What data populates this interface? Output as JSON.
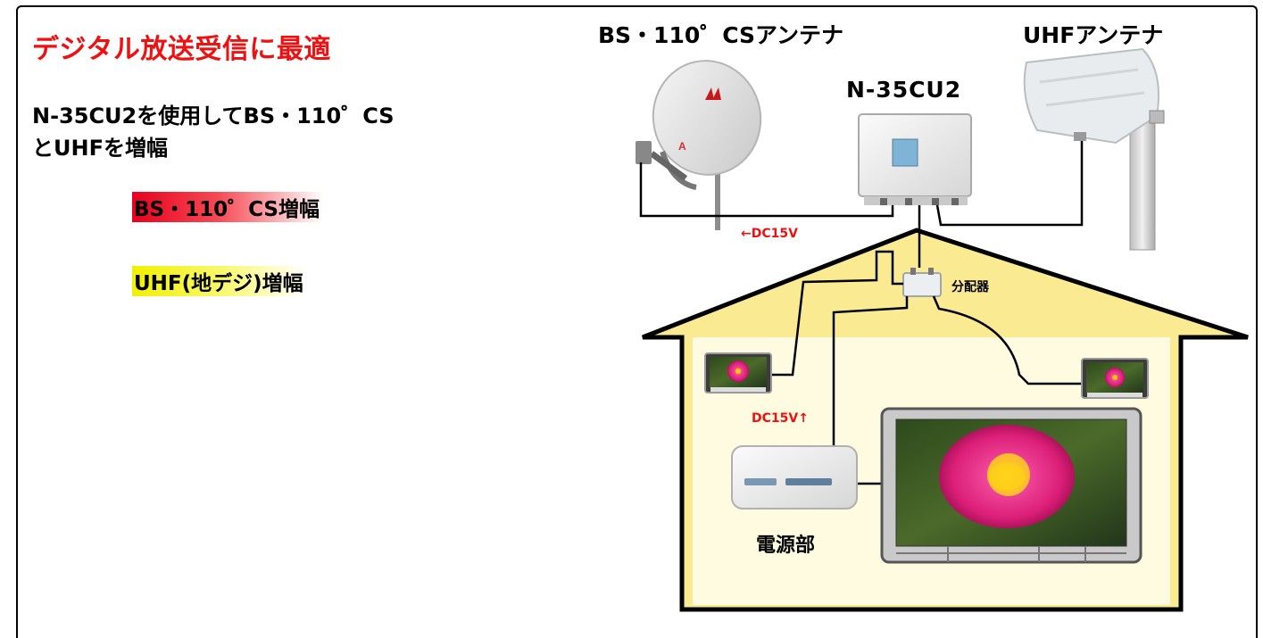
{
  "heading": {
    "title": "デジタル放送受信に最適",
    "desc_line1": "N-35CU2を使用してBS・110゜CS",
    "desc_line2": "とUHFを増幅"
  },
  "legend": {
    "bs_label": "BS・110゜CS増幅",
    "uhf_label": "UHF(地デジ)増幅"
  },
  "diagram": {
    "bs_antenna_label": "BS・110゜CSアンテナ",
    "uhf_antenna_label": "UHFアンテナ",
    "amplifier_label": "N-35CU2",
    "dc_top": "←DC15V",
    "dc_side": "DC15V↑",
    "splitter_label": "分配器",
    "power_unit_label": "電源部"
  },
  "colors": {
    "title": "#ee1111",
    "bs_highlight": "#e8001c",
    "uhf_highlight": "#f2f000",
    "house_fill": "#faea92",
    "house_interior": "#fefbe0",
    "dc_text": "#ee1111"
  }
}
